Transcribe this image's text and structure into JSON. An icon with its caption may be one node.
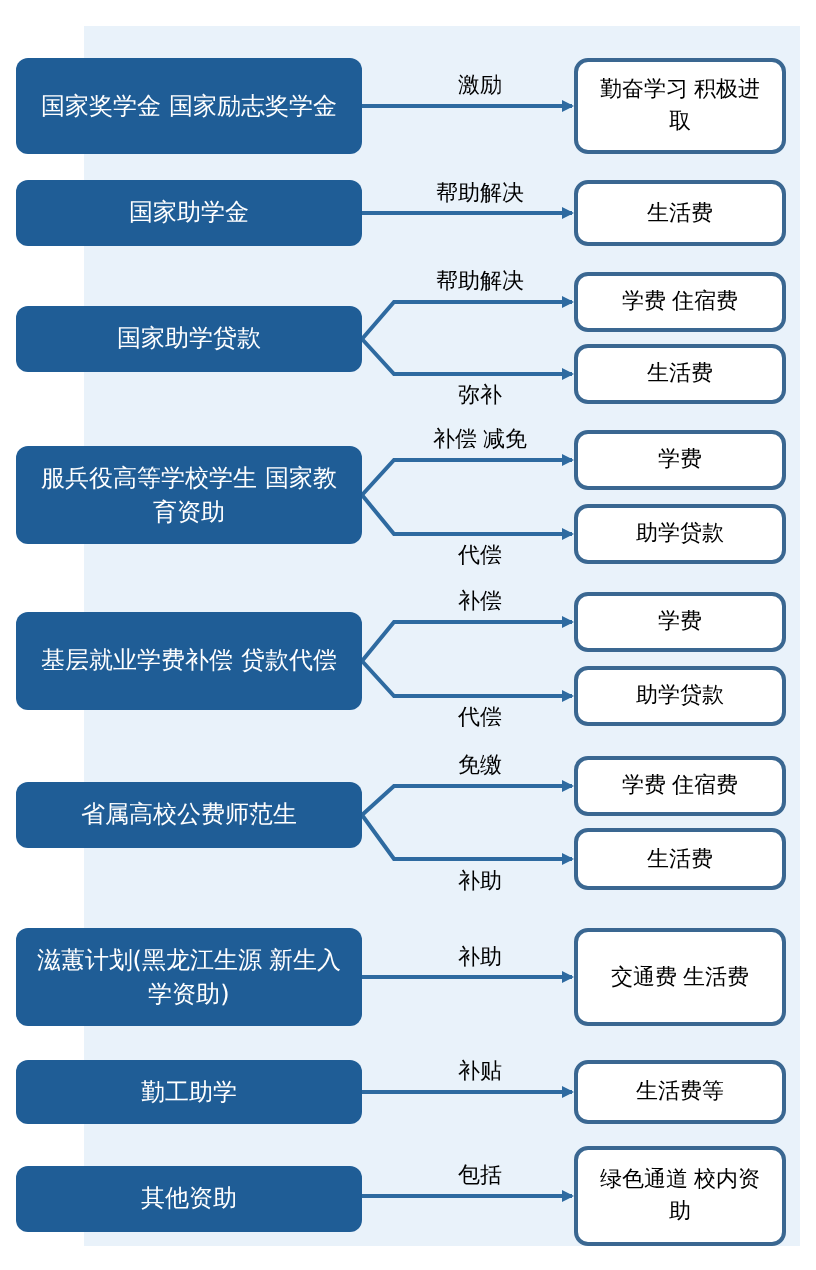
{
  "diagram": {
    "nodes": [
      {
        "text": [
          "国家奖学金 国家励志奖学金"
        ]
      },
      {
        "text": [
          "勤奋学习 积极进取"
        ]
      },
      {
        "text": [
          "国家助学金"
        ]
      },
      {
        "text": [
          "生活费"
        ]
      },
      {
        "text": [
          "国家助学贷款"
        ]
      },
      {
        "text": [
          "学费 住宿费"
        ]
      },
      {
        "text": [
          "生活费"
        ]
      },
      {
        "text": [
          "服兵役高等学校学生 国家教育资助"
        ]
      },
      {
        "text": [
          "学费"
        ]
      },
      {
        "text": [
          "助学贷款"
        ]
      },
      {
        "text": [
          "基层就业学费补偿 贷款代偿"
        ]
      },
      {
        "text": [
          "学费"
        ]
      },
      {
        "text": [
          "助学贷款"
        ]
      },
      {
        "text": [
          "省属高校公费师范生"
        ]
      },
      {
        "text": [
          "学费 住宿费"
        ]
      },
      {
        "text": [
          "生活费"
        ]
      },
      {
        "text": [
          "滋蕙计划(黑龙江生源 新生入学资助)"
        ]
      },
      {
        "text": [
          "交通费 生活费"
        ]
      },
      {
        "text": [
          "勤工助学"
        ]
      },
      {
        "text": [
          "生活费等"
        ]
      },
      {
        "text": [
          "其他资助"
        ]
      },
      {
        "text": [
          "绿色通道 校内资助"
        ]
      }
    ],
    "edges": [
      {
        "from": 0,
        "to": 1,
        "arrow": "to",
        "label": "激励"
      },
      {
        "from": 2,
        "to": 3,
        "arrow": "to",
        "label": "帮助解决"
      },
      {
        "from": 4,
        "to": 5,
        "arrow": "to",
        "label": "帮助解决"
      },
      {
        "from": 4,
        "to": 6,
        "arrow": "to",
        "label": "弥补"
      },
      {
        "from": 7,
        "to": 8,
        "arrow": "to",
        "label": "补偿 减免"
      },
      {
        "from": 7,
        "to": 9,
        "arrow": "to",
        "label": "代偿"
      },
      {
        "from": 10,
        "to": 11,
        "arrow": "to",
        "label": "补偿"
      },
      {
        "from": 10,
        "to": 12,
        "arrow": "to",
        "label": "代偿"
      },
      {
        "from": 13,
        "to": 14,
        "arrow": "to",
        "label": "免缴"
      },
      {
        "from": 13,
        "to": 15,
        "arrow": "to",
        "label": "补助"
      },
      {
        "from": 16,
        "to": 17,
        "arrow": "to",
        "label": "补助"
      },
      {
        "from": 18,
        "to": 19,
        "arrow": "to",
        "label": "补贴"
      },
      {
        "from": 20,
        "to": 21,
        "arrow": "to",
        "label": "包括"
      }
    ]
  }
}
